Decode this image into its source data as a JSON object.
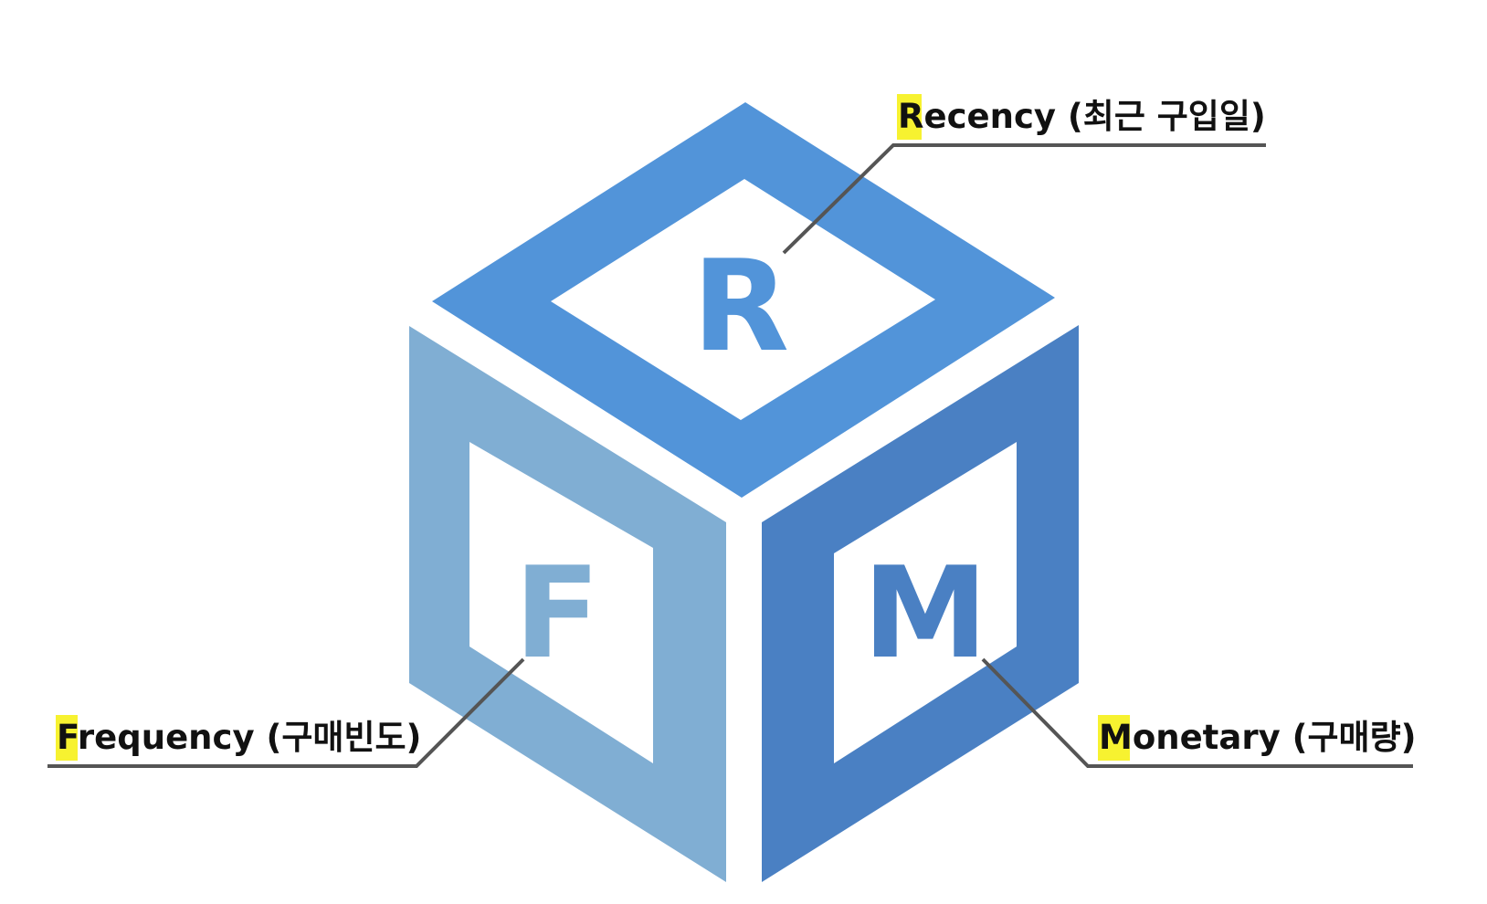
{
  "faces": {
    "top": {
      "letter": "R",
      "color": "#5294d9"
    },
    "left": {
      "letter": "F",
      "color": "#80aed3"
    },
    "right": {
      "letter": "M",
      "color": "#4a80c3"
    }
  },
  "labels": {
    "recency": {
      "initial": "R",
      "rest": "ecency (최근 구입일)"
    },
    "frequency": {
      "initial": "F",
      "rest": "requency (구매빈도)"
    },
    "monetary": {
      "initial": "M",
      "rest": "onetary (구매량)"
    }
  },
  "colors": {
    "highlight": "#f7f230",
    "leader_line": "#555555",
    "text": "#111111"
  }
}
